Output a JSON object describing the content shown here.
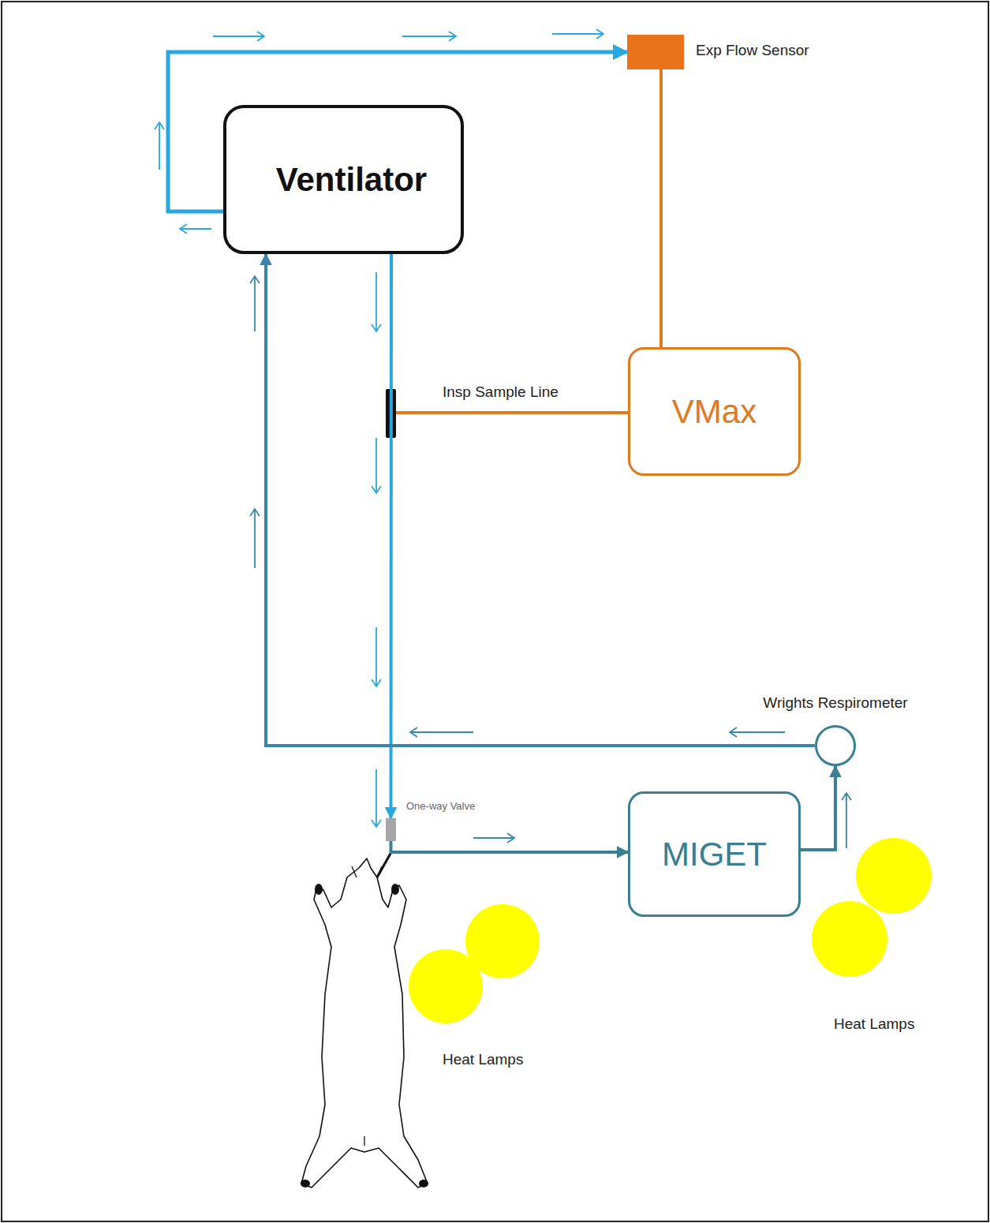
{
  "diagram": {
    "nodes": [
      {
        "text": [
          "Ventilator"
        ]
      },
      {
        "text": [
          "Exp Flow Sensor"
        ]
      },
      {
        "text": [
          "VMax"
        ]
      },
      {
        "text": [
          "Wrights Respirometer"
        ]
      },
      {
        "text": [
          "MIGET"
        ]
      },
      {
        "text": [
          "One-way Valve"
        ]
      }
    ],
    "edges": [
      {
        "from": 0,
        "to": 1,
        "arrow": "to"
      },
      {
        "from": 1,
        "to": 2,
        "arrow": "none"
      },
      {
        "from": 0,
        "to": 5,
        "arrow": "to"
      },
      {
        "from": 5,
        "to": 4,
        "arrow": "to"
      },
      {
        "from": 4,
        "to": 3,
        "arrow": "to"
      },
      {
        "from": 3,
        "to": 0,
        "arrow": "to"
      }
    ],
    "labels": [
      "Insp Sample Line",
      "Heat Lamps",
      "Heat Lamps"
    ]
  }
}
